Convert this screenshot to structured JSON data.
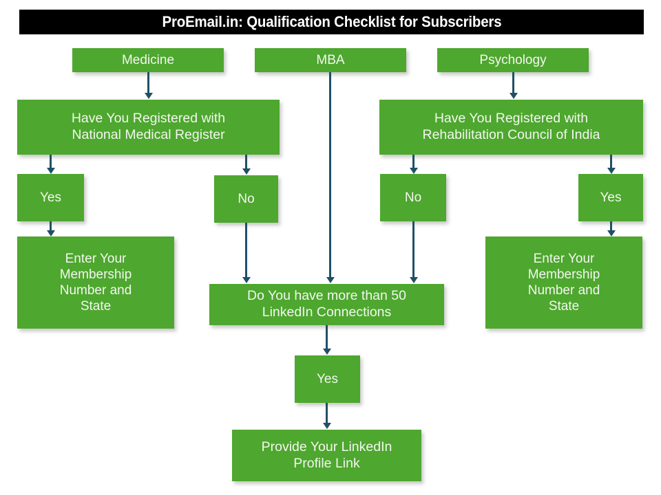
{
  "title": {
    "text": "ProEmail.in: Qualification Checklist for Subscribers"
  },
  "colors": {
    "node_fill": "#4EA72E",
    "node_text": "#F2F7F0",
    "connector": "#1F5066",
    "title_bar_bg": "#000000",
    "title_text": "#FFFFFF",
    "page_bg": "#FFFFFF"
  },
  "nodes": {
    "medicine": "Medicine",
    "mba": "MBA",
    "psychology": "Psychology",
    "q_medical": "Have You Registered with\nNational Medical Register",
    "q_rehab": "Have You Registered with\nRehabilitation Council of India",
    "med_yes": "Yes",
    "med_no": "No",
    "rehab_no": "No",
    "rehab_yes": "Yes",
    "membership_left": "Enter Your\nMembership\nNumber and\nState",
    "membership_right": "Enter Your\nMembership\nNumber and\nState",
    "q_linkedin": "Do You have more than 50\nLinkedIn Connections",
    "linkedin_yes": "Yes",
    "provide_link": "Provide Your LinkedIn\nProfile Link"
  },
  "connectors": [
    {
      "id": "medicine-to-q-medical",
      "from": "medicine",
      "to": "q_medical"
    },
    {
      "id": "mba-to-q-linkedin",
      "from": "mba",
      "to": "q_linkedin"
    },
    {
      "id": "psychology-to-q-rehab",
      "from": "psychology",
      "to": "q_rehab"
    },
    {
      "id": "q-medical-to-yes",
      "from": "q_medical",
      "to": "med_yes"
    },
    {
      "id": "q-medical-to-no",
      "from": "q_medical",
      "to": "med_no"
    },
    {
      "id": "med-yes-to-membership",
      "from": "med_yes",
      "to": "membership_left"
    },
    {
      "id": "med-no-to-q-linkedin",
      "from": "med_no",
      "to": "q_linkedin"
    },
    {
      "id": "q-rehab-to-no",
      "from": "q_rehab",
      "to": "rehab_no"
    },
    {
      "id": "q-rehab-to-yes",
      "from": "q_rehab",
      "to": "rehab_yes"
    },
    {
      "id": "rehab-no-to-q-linkedin",
      "from": "rehab_no",
      "to": "q_linkedin"
    },
    {
      "id": "rehab-yes-to-membership",
      "from": "rehab_yes",
      "to": "membership_right"
    },
    {
      "id": "q-linkedin-to-yes",
      "from": "q_linkedin",
      "to": "linkedin_yes"
    },
    {
      "id": "linkedin-yes-to-provide",
      "from": "linkedin_yes",
      "to": "provide_link"
    }
  ]
}
